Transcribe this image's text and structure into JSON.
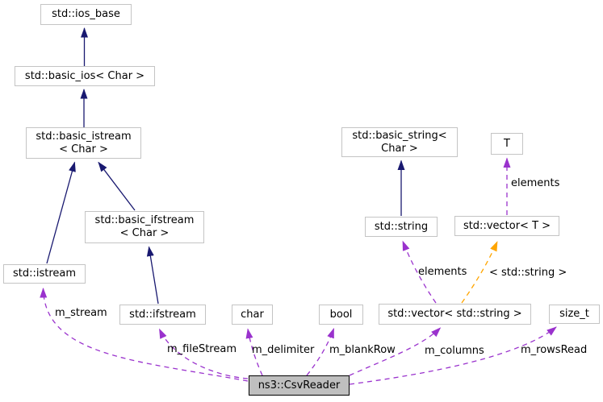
{
  "diagram": {
    "type": "collaboration-graph",
    "focus_class": "ns3::CsvReader",
    "colors": {
      "background": "#ffffff",
      "inheritance_edge": "#191970",
      "usage_edge": "#9a32cd",
      "template_edge": "#ffa500",
      "node_border": "#c4c4c4",
      "node_fill": "#ffffff",
      "focus_node_fill": "#bfbfbf",
      "focus_node_border": "#000000",
      "text": "#000000"
    },
    "nodes": [
      {
        "id": "ios-base",
        "label": "std::ios_base"
      },
      {
        "id": "basic-ios",
        "label": "std::basic_ios< Char >"
      },
      {
        "id": "basic-istream",
        "label": "std::basic_istream\n< Char >"
      },
      {
        "id": "basic-ifstream",
        "label": "std::basic_ifstream\n< Char >"
      },
      {
        "id": "istream",
        "label": "std::istream"
      },
      {
        "id": "ifstream",
        "label": "std::ifstream"
      },
      {
        "id": "char",
        "label": "char"
      },
      {
        "id": "bool",
        "label": "bool"
      },
      {
        "id": "basic-string",
        "label": "std::basic_string<\nChar >"
      },
      {
        "id": "string",
        "label": "std::string"
      },
      {
        "id": "T",
        "label": "T"
      },
      {
        "id": "vector-T",
        "label": "std::vector< T >"
      },
      {
        "id": "vector-string",
        "label": "std::vector< std::string >"
      },
      {
        "id": "size-t",
        "label": "size_t"
      },
      {
        "id": "csv-reader",
        "label": "ns3::CsvReader"
      }
    ],
    "edge_labels": [
      {
        "id": "m-stream",
        "text": "m_stream"
      },
      {
        "id": "m-filestream",
        "text": "m_fileStream"
      },
      {
        "id": "m-delimiter",
        "text": "m_delimiter"
      },
      {
        "id": "m-blankrow",
        "text": "m_blankRow"
      },
      {
        "id": "m-columns",
        "text": "m_columns"
      },
      {
        "id": "m-rowsread",
        "text": "m_rowsRead"
      },
      {
        "id": "elements-vector-t",
        "text": "elements"
      },
      {
        "id": "elements-vector-string",
        "text": "elements"
      },
      {
        "id": "template-arg",
        "text": "< std::string >"
      }
    ],
    "edges": [
      {
        "from": "std::basic_ios< Char >",
        "to": "std::ios_base",
        "relation": "inheritance"
      },
      {
        "from": "std::basic_istream< Char >",
        "to": "std::basic_ios< Char >",
        "relation": "inheritance"
      },
      {
        "from": "std::istream",
        "to": "std::basic_istream< Char >",
        "relation": "inheritance"
      },
      {
        "from": "std::basic_ifstream< Char >",
        "to": "std::basic_istream< Char >",
        "relation": "inheritance"
      },
      {
        "from": "std::ifstream",
        "to": "std::basic_ifstream< Char >",
        "relation": "inheritance"
      },
      {
        "from": "std::string",
        "to": "std::basic_string< Char >",
        "relation": "inheritance"
      },
      {
        "from": "std::vector< T >",
        "to": "T",
        "relation": "usage",
        "label": "elements"
      },
      {
        "from": "std::vector< std::string >",
        "to": "std::string",
        "relation": "usage",
        "label": "elements"
      },
      {
        "from": "std::vector< std::string >",
        "to": "std::vector< T >",
        "relation": "template-instance",
        "label": "< std::string >"
      },
      {
        "from": "ns3::CsvReader",
        "to": "std::istream",
        "relation": "usage",
        "label": "m_stream"
      },
      {
        "from": "ns3::CsvReader",
        "to": "std::ifstream",
        "relation": "usage",
        "label": "m_fileStream"
      },
      {
        "from": "ns3::CsvReader",
        "to": "char",
        "relation": "usage",
        "label": "m_delimiter"
      },
      {
        "from": "ns3::CsvReader",
        "to": "bool",
        "relation": "usage",
        "label": "m_blankRow"
      },
      {
        "from": "ns3::CsvReader",
        "to": "std::vector< std::string >",
        "relation": "usage",
        "label": "m_columns"
      },
      {
        "from": "ns3::CsvReader",
        "to": "size_t",
        "relation": "usage",
        "label": "m_rowsRead"
      }
    ]
  }
}
